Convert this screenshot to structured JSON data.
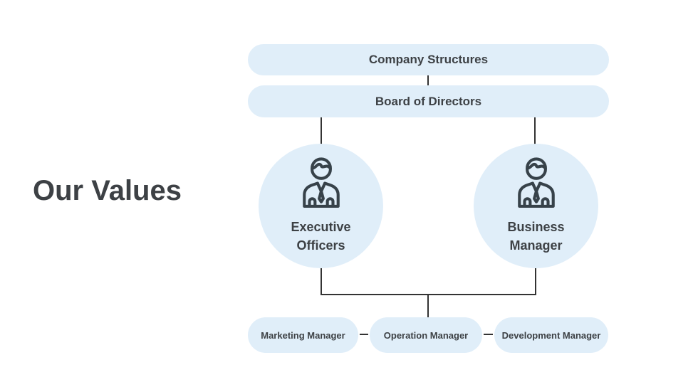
{
  "title": "Our Values",
  "org_chart": {
    "level1": {
      "label": "Company Structures"
    },
    "level2": {
      "label": "Board of Directors"
    },
    "level3": [
      {
        "icon": "businessman-icon",
        "line1": "Executive",
        "line2": "Officers"
      },
      {
        "icon": "businessman-icon",
        "line1": "Business",
        "line2": "Manager"
      }
    ],
    "level4": [
      {
        "label": "Marketing Manager"
      },
      {
        "label": "Operation Manager"
      },
      {
        "label": "Development Manager"
      }
    ]
  },
  "colors": {
    "background": "#ffffff",
    "node_fill": "#e0eef9",
    "text": "#3d4145",
    "connector": "#333333",
    "icon_stroke": "#37424a"
  }
}
